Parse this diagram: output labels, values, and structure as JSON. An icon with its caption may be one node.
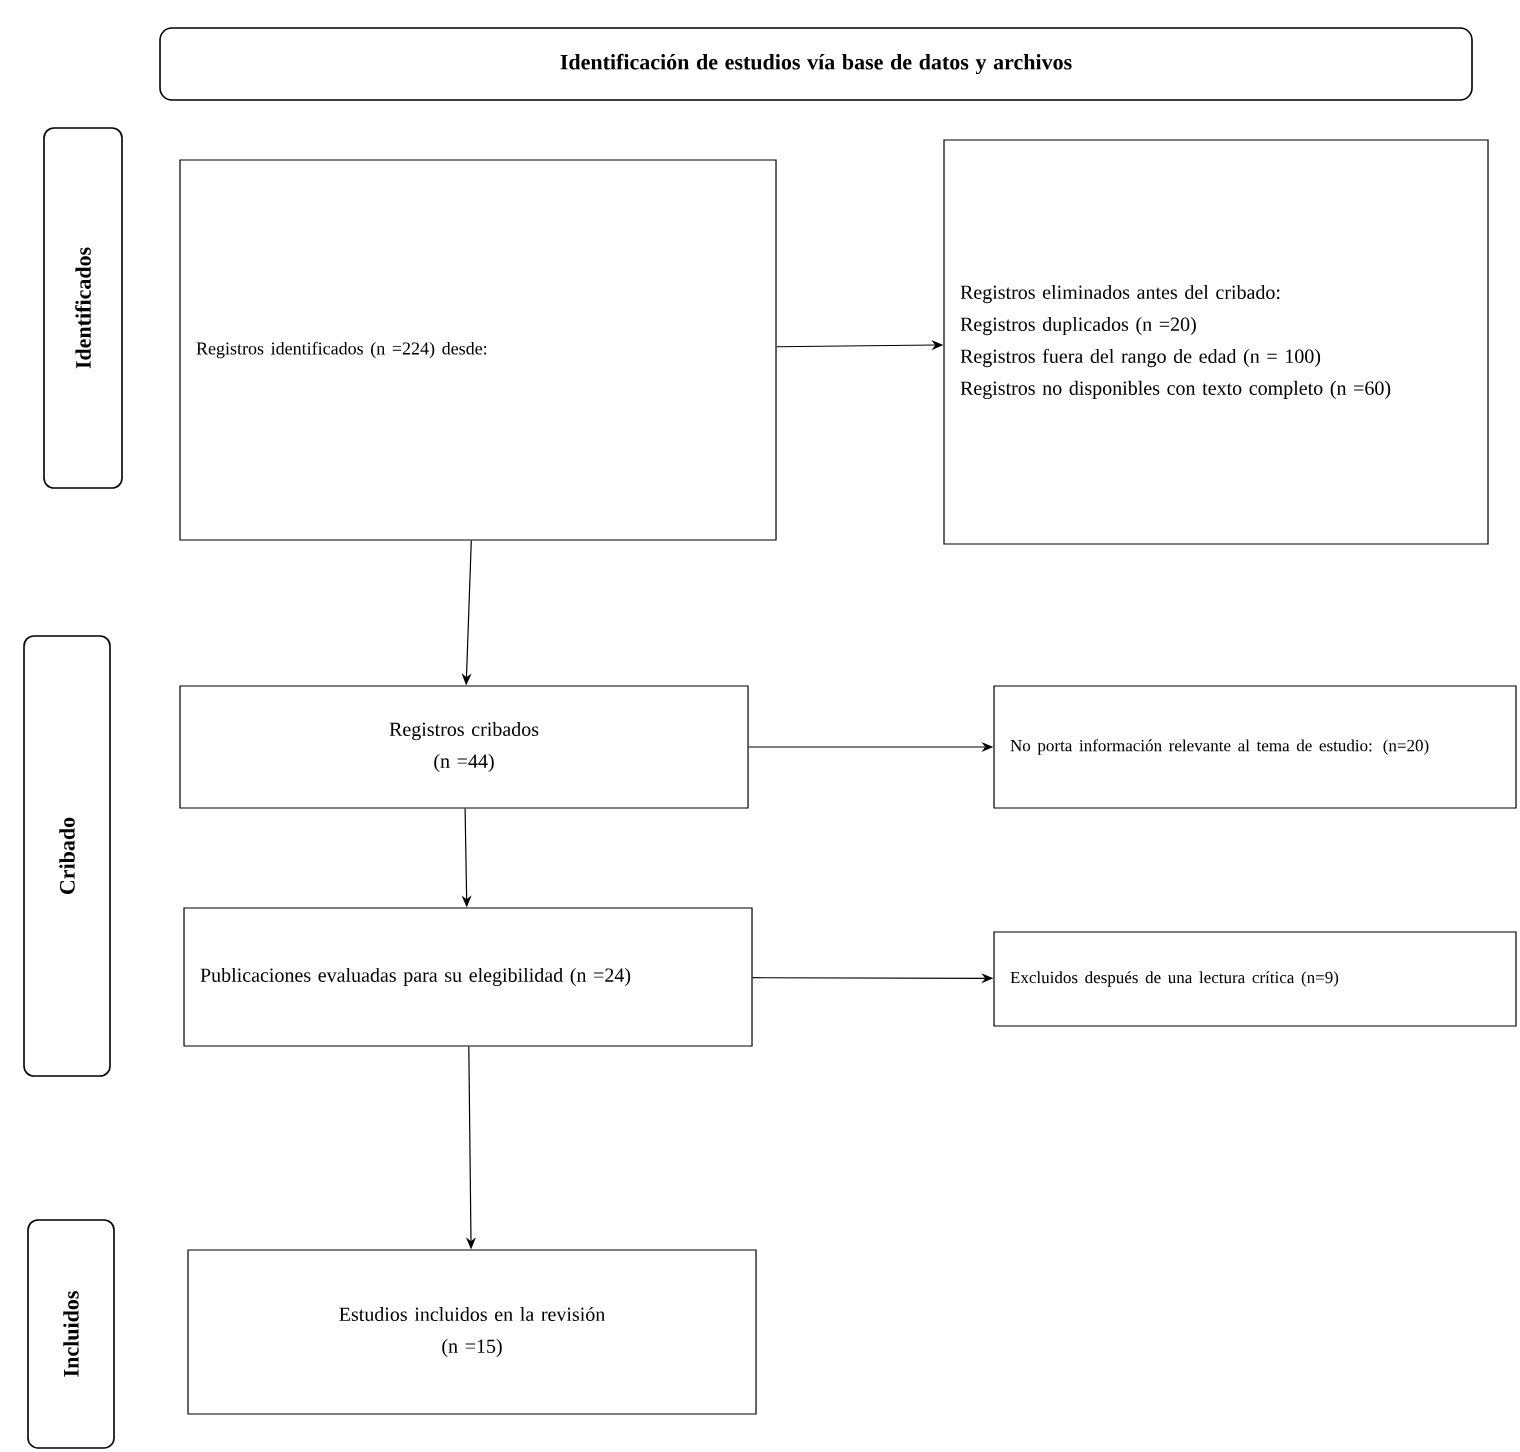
{
  "diagram": {
    "nodes": [
      {
        "text": [
          "Identificación de estudios vía base de datos y archivos"
        ]
      },
      {
        "text": [
          "Identificados"
        ]
      },
      {
        "text": [
          "Cribado"
        ]
      },
      {
        "text": [
          "Incluidos"
        ]
      },
      {
        "text": [
          "Registros identificados (n =224) desde:"
        ]
      },
      {
        "text": [
          "Registros eliminados antes del cribado:",
          "Registros duplicados (n =20)",
          "Registros fuera del rango de edad (n = 100)",
          "Registros no disponibles con texto completo (n =60)"
        ]
      },
      {
        "text": [
          "Registros cribados",
          "(n =44)"
        ]
      },
      {
        "text": [
          "No porta información relevante al tema de estudio: (n=20)"
        ]
      },
      {
        "text": [
          "Publicaciones evaluadas para su elegibilidad (n =24)"
        ]
      },
      {
        "text": [
          "Excluidos después de una lectura crítica (n=9)"
        ]
      },
      {
        "text": [
          "Estudios incluidos en la revisión",
          "(n =15)"
        ]
      }
    ],
    "edges": [
      {
        "from": 4,
        "to": 5,
        "arrow": "to"
      },
      {
        "from": 4,
        "to": 6,
        "arrow": "to"
      },
      {
        "from": 6,
        "to": 7,
        "arrow": "to"
      },
      {
        "from": 6,
        "to": 8,
        "arrow": "to"
      },
      {
        "from": 8,
        "to": 9,
        "arrow": "to"
      },
      {
        "from": 8,
        "to": 10,
        "arrow": "to"
      }
    ]
  }
}
